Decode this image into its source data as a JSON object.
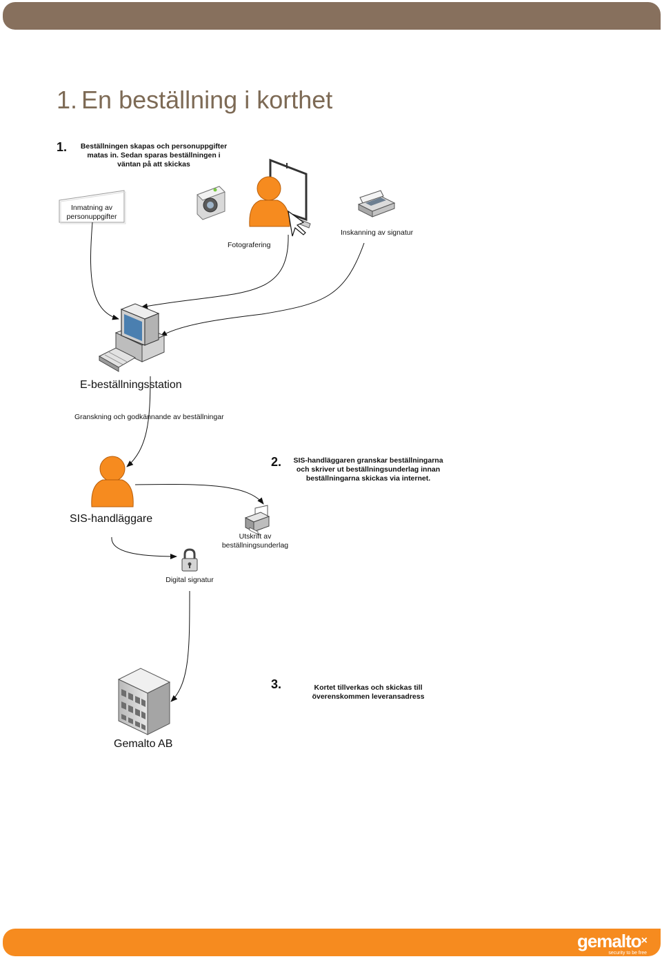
{
  "header": {
    "title_number": "1.",
    "title_text": "En beställning i korthet"
  },
  "steps": [
    {
      "number": "1.",
      "lines": [
        "Beställningen skapas och personuppgifter",
        "matas in. Sedan sparas beställningen i",
        "väntan på att skickas"
      ]
    },
    {
      "number": "2.",
      "lines": [
        "SIS-handläggaren granskar beställningarna",
        "och skriver ut beställningsunderlag innan",
        "beställningarna skickas via internet."
      ]
    },
    {
      "number": "3.",
      "lines": [
        "Kortet tillverkas och skickas till",
        "överenskommen leveransadress"
      ]
    }
  ],
  "nodes": {
    "data_entry": [
      "Inmatning av",
      "personuppgifter"
    ],
    "photo": "Fotografering",
    "signature_scan": "Inskanning av signatur",
    "station": "E-beställningsstation",
    "review": "Granskning och godkännande av beställningar",
    "officer": "SIS-handläggare",
    "printout": [
      "Utskrift av",
      "beställningsunderlag"
    ],
    "digital_signature": "Digital signatur",
    "company": "Gemalto AB"
  },
  "footer": {
    "logo": "gemalto",
    "logo_mark": "×",
    "tagline": "security to be free"
  },
  "colors": {
    "header_bar": "#87705d",
    "footer_bar": "#f68b1f",
    "person": "#f68b1f",
    "title": "#7d6a55"
  }
}
